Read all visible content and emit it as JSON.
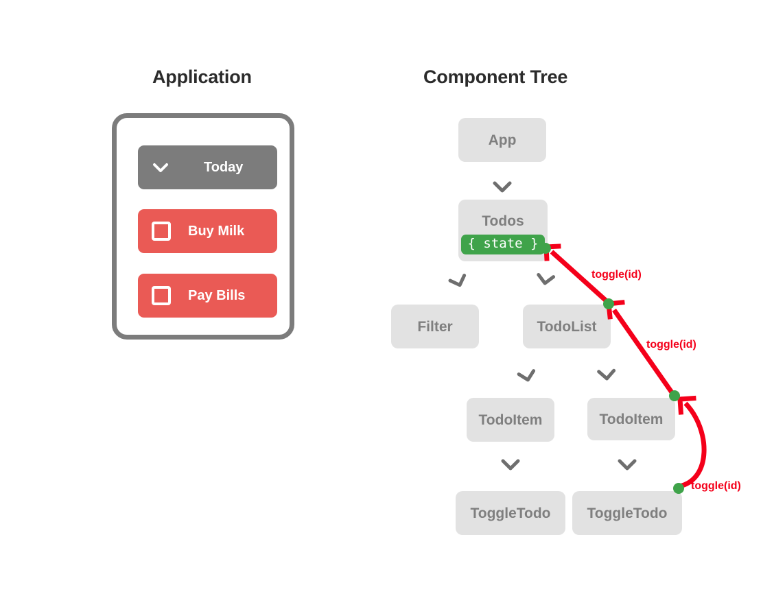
{
  "panels": {
    "application": {
      "title": "Application"
    },
    "component_tree": {
      "title": "Component Tree"
    }
  },
  "colors": {
    "node_bg": "#e2e2e2",
    "node_text": "#7f7f7f",
    "state_badge_bg": "#3fa34a",
    "todo_red": "#ea5a55",
    "header_gray": "#7c7c7c",
    "flow_red": "#f4001a",
    "flow_dot_green": "#3fa34a",
    "heading": "#2b2b2b",
    "card_border": "#7c7c7c",
    "connector_gray": "#6e6e6e"
  },
  "app_ui": {
    "rows": [
      {
        "label": "Today",
        "icon": "chevron-down-icon",
        "style": "header"
      },
      {
        "label": "Buy Milk",
        "icon": "checkbox-unchecked-icon",
        "style": "todo"
      },
      {
        "label": "Pay Bills",
        "icon": "checkbox-unchecked-icon",
        "style": "todo"
      }
    ]
  },
  "tree": {
    "nodes": [
      {
        "id": "app",
        "label": "App"
      },
      {
        "id": "todos",
        "label": "Todos",
        "badge": "{ state }"
      },
      {
        "id": "filter",
        "label": "Filter"
      },
      {
        "id": "todolist",
        "label": "TodoList"
      },
      {
        "id": "todoitem1",
        "label": "TodoItem"
      },
      {
        "id": "todoitem2",
        "label": "TodoItem"
      },
      {
        "id": "toggletodo1",
        "label": "ToggleTodo"
      },
      {
        "id": "toggletodo2",
        "label": "ToggleTodo"
      }
    ],
    "edges": [
      {
        "from": "app",
        "to": "todos",
        "icon": "chevron-down-icon"
      },
      {
        "from": "todos",
        "to": "filter",
        "icon": "chevron-down-icon"
      },
      {
        "from": "todos",
        "to": "todolist",
        "icon": "chevron-down-icon"
      },
      {
        "from": "todolist",
        "to": "todoitem1",
        "icon": "chevron-down-icon"
      },
      {
        "from": "todolist",
        "to": "todoitem2",
        "icon": "chevron-down-icon"
      },
      {
        "from": "todoitem1",
        "to": "toggletodo1",
        "icon": "chevron-down-icon"
      },
      {
        "from": "todoitem2",
        "to": "toggletodo2",
        "icon": "chevron-down-icon"
      }
    ],
    "callbacks": [
      {
        "id": "cb1",
        "label": "toggle(id)",
        "from": "todolist",
        "to": "todos",
        "shape": "straight"
      },
      {
        "id": "cb2",
        "label": "toggle(id)",
        "from": "todoitem2",
        "to": "todolist",
        "shape": "straight"
      },
      {
        "id": "cb3",
        "label": "toggle(id)",
        "from": "toggletodo2",
        "to": "todoitem2",
        "shape": "curved"
      }
    ]
  }
}
